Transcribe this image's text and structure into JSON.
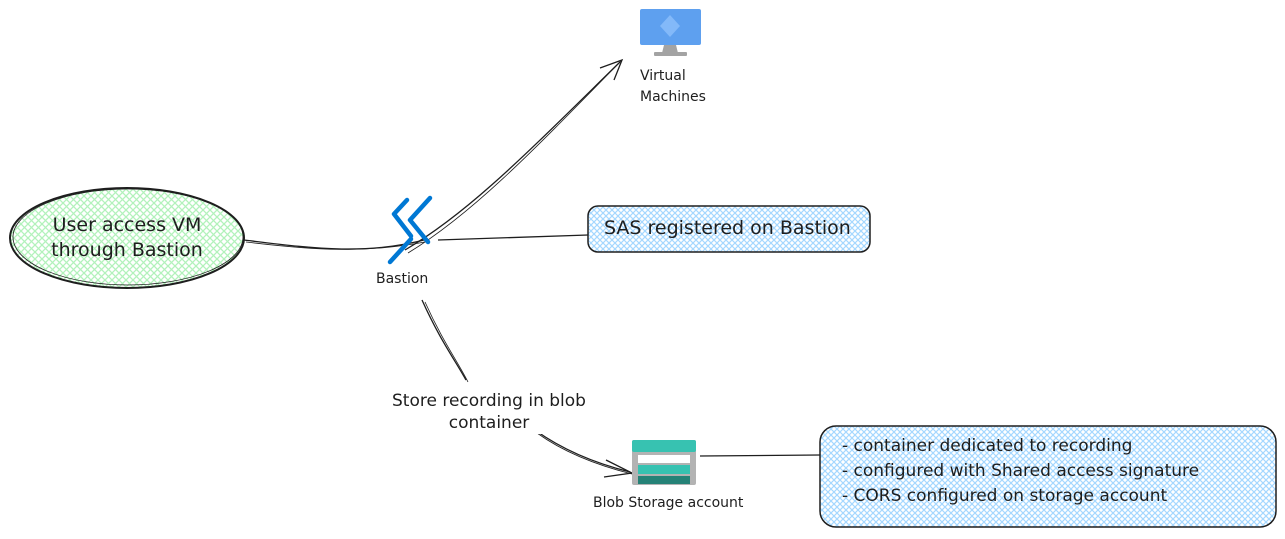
{
  "user_node": {
    "line1": "User access VM",
    "line2": "through Bastion"
  },
  "bastion": {
    "label": "Bastion"
  },
  "vm": {
    "line1": "Virtual",
    "line2": "Machines"
  },
  "sas_note": {
    "text": "SAS registered on Bastion"
  },
  "edge_store": {
    "line1": "Store recording in blob",
    "line2": "container"
  },
  "blob": {
    "label": "Blob Storage account"
  },
  "blob_notes": {
    "items": [
      "- container dedicated to recording",
      "- configured with Shared access signature",
      "- CORS configured on storage account"
    ]
  },
  "colors": {
    "user_fill": "#b2f2bb",
    "note_fill": "#a5d8ff",
    "stroke": "#1e1e1e",
    "bastion_blue": "#0078d4",
    "vm_blue": "#5ea0ef",
    "vm_diamond": "#83b9f9",
    "vm_stand": "#a3a3a3",
    "storage_teal": "#37c2b1",
    "storage_dark": "#258277",
    "storage_gray": "#b3b3b3"
  }
}
